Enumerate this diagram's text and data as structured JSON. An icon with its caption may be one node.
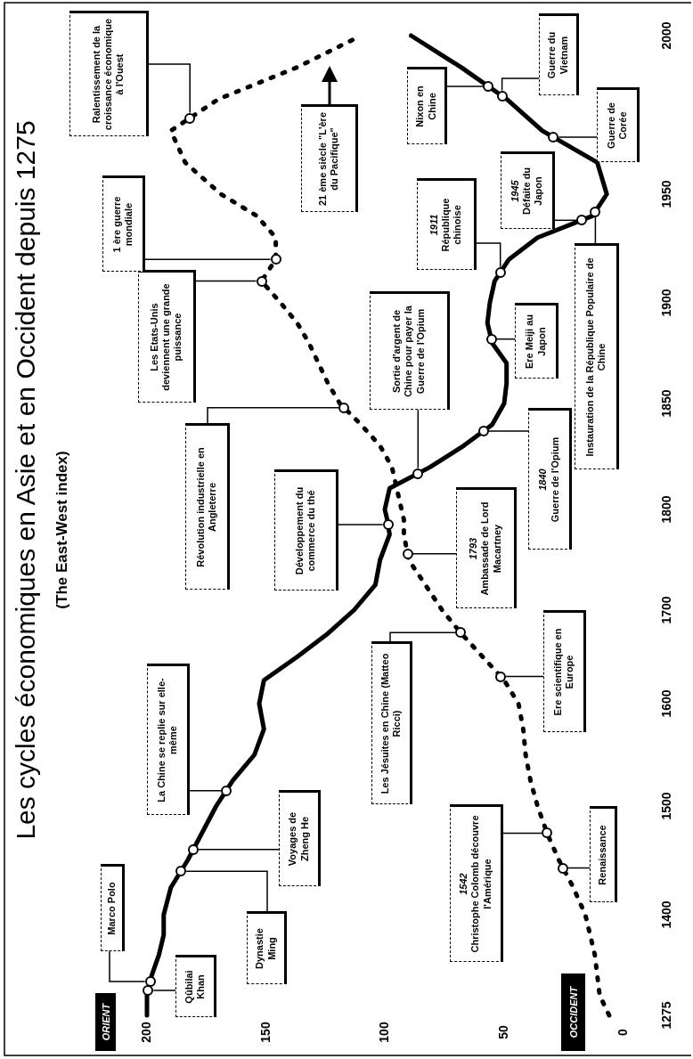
{
  "diagram": {
    "title": "Les cycles économiques en Asie et en Occident depuis 1275",
    "nodes": [
      {
        "text": [
          "Marco Polo"
        ]
      },
      {
        "text": [
          "Qûbilai Khan"
        ]
      },
      {
        "text": [
          "Dynastie Ming"
        ]
      },
      {
        "text": [
          "Voyages de Zheng He"
        ]
      },
      {
        "text": [
          "La Chine se replie sur elle-même"
        ]
      },
      {
        "text": [
          "Renaissance"
        ]
      },
      {
        "text": [
          "1542",
          "Christophe Colomb découvre l'Amérique"
        ]
      },
      {
        "text": [
          "Les Jésuites en Chine (Matteo Ricci)"
        ]
      },
      {
        "text": [
          "Ere scientifique en Europe"
        ]
      },
      {
        "text": [
          "Développement du commerce du thé"
        ]
      },
      {
        "text": [
          "1793",
          "Ambassade de Lord Macartney"
        ]
      },
      {
        "text": [
          "Révolution industrielle en Angleterre"
        ]
      },
      {
        "text": [
          "Sortie d'argent de Chine pour payer la Guerre de l'Opium"
        ]
      },
      {
        "text": [
          "1840",
          "Guerre de l'Opium"
        ]
      },
      {
        "text": [
          "Les Etats-Unis deviennent une grande puissance"
        ]
      },
      {
        "text": [
          "Ere Meiji au Japon"
        ]
      },
      {
        "text": [
          "1911",
          "République chinoise"
        ]
      },
      {
        "text": [
          "1 ère guerre mondiale"
        ]
      },
      {
        "text": [
          "1945",
          "Défaite du Japon"
        ]
      },
      {
        "text": [
          "Instauration de la République Populaire de Chine"
        ]
      },
      {
        "text": [
          "Guerre de Corée"
        ]
      },
      {
        "text": [
          "Nixon en Chine"
        ]
      },
      {
        "text": [
          "Guerre du Vietnam"
        ]
      },
      {
        "text": [
          "Ralentissement de la croissance économique à l'Ouest"
        ]
      },
      {
        "text": [
          "21 ème siècle \"L'ère du Pacifique\""
        ]
      },
      {
        "text": [],
        "shape": "circle"
      },
      {
        "text": [],
        "shape": "circle"
      },
      {
        "text": [],
        "shape": "circle"
      },
      {
        "text": [],
        "shape": "circle"
      },
      {
        "text": [],
        "shape": "circle"
      },
      {
        "text": [],
        "shape": "circle"
      },
      {
        "text": [],
        "shape": "circle"
      },
      {
        "text": [],
        "shape": "circle"
      },
      {
        "text": [],
        "shape": "circle"
      },
      {
        "text": [],
        "shape": "circle"
      },
      {
        "text": [],
        "shape": "circle"
      },
      {
        "text": [],
        "shape": "circle"
      },
      {
        "text": [],
        "shape": "circle"
      },
      {
        "text": [],
        "shape": "circle"
      },
      {
        "text": [],
        "shape": "circle"
      },
      {
        "text": [],
        "shape": "circle"
      },
      {
        "text": [],
        "shape": "circle"
      },
      {
        "text": [],
        "shape": "circle"
      },
      {
        "text": [],
        "shape": "circle"
      },
      {
        "text": [],
        "shape": "circle"
      },
      {
        "text": [],
        "shape": "circle"
      },
      {
        "text": [],
        "shape": "circle"
      },
      {
        "text": [],
        "shape": "circle"
      },
      {
        "text": [],
        "shape": "circle"
      }
    ],
    "edges": [
      {
        "from": 0,
        "to": 25,
        "arrow": "none"
      },
      {
        "from": 1,
        "to": 26,
        "arrow": "none"
      },
      {
        "from": 2,
        "to": 27,
        "arrow": "none"
      },
      {
        "from": 3,
        "to": 28,
        "arrow": "none"
      },
      {
        "from": 4,
        "to": 29,
        "arrow": "none"
      },
      {
        "from": 5,
        "to": 30,
        "arrow": "none"
      },
      {
        "from": 6,
        "to": 31,
        "arrow": "none"
      },
      {
        "from": 7,
        "to": 32,
        "arrow": "none"
      },
      {
        "from": 8,
        "to": 33,
        "arrow": "none"
      },
      {
        "from": 9,
        "to": 34,
        "arrow": "none"
      },
      {
        "from": 10,
        "to": 35,
        "arrow": "none"
      },
      {
        "from": 11,
        "to": 36,
        "arrow": "none"
      },
      {
        "from": 12,
        "to": 37,
        "arrow": "none"
      },
      {
        "from": 13,
        "to": 38,
        "arrow": "none"
      },
      {
        "from": 14,
        "to": 39,
        "arrow": "none"
      },
      {
        "from": 15,
        "to": 40,
        "arrow": "none"
      },
      {
        "from": 16,
        "to": 41,
        "arrow": "none"
      },
      {
        "from": 17,
        "to": 42,
        "arrow": "none"
      },
      {
        "from": 18,
        "to": 43,
        "arrow": "none"
      },
      {
        "from": 19,
        "to": 44,
        "arrow": "none"
      },
      {
        "from": 20,
        "to": 45,
        "arrow": "none"
      },
      {
        "from": 21,
        "to": 46,
        "arrow": "none"
      },
      {
        "from": 22,
        "to": 47,
        "arrow": "none"
      },
      {
        "from": 23,
        "to": 48,
        "arrow": "none"
      },
      {
        "from": 24,
        "to": null,
        "arrow": "to"
      }
    ],
    "labels": [
      "(The East-West index)",
      "ORIENT",
      "OCCIDENT",
      "200",
      "150",
      "100",
      "50",
      "0",
      "1275",
      "1400",
      "1500",
      "1600",
      "1700",
      "1800",
      "1850",
      "1900",
      "1950",
      "2000"
    ]
  }
}
